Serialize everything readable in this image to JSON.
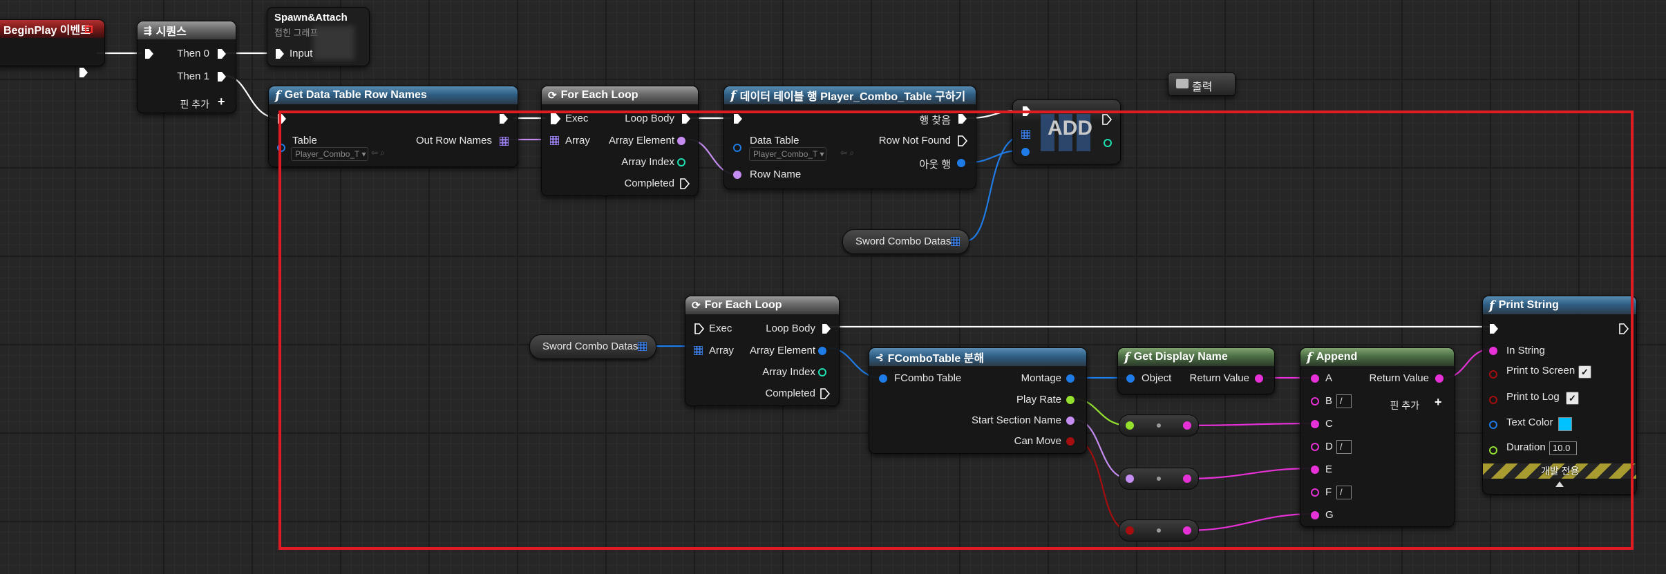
{
  "colors": {
    "exec": "#ffffff",
    "struct": "#1f7be6",
    "string": "#e631d6",
    "name": "#c58cf2",
    "float": "#93e02f",
    "bool": "#a40e0e",
    "int": "#1ee0b0",
    "frame": "#e01b24",
    "linear_color": "#00c2ff"
  },
  "begin_play": {
    "title": "BeginPlay 이벤트"
  },
  "sequence": {
    "title": "시퀀스",
    "then0": "Then 0",
    "then1": "Then 1",
    "add_pin": "핀 추가"
  },
  "spawn": {
    "title": "Spawn&Attach",
    "subtitle": "접힌 그래프",
    "input": "Input"
  },
  "get_rows": {
    "title": "Get Data Table Row Names",
    "table": "Table",
    "table_value": "Player_Combo_T",
    "out": "Out Row Names"
  },
  "loop1": {
    "title": "For Each Loop",
    "exec": "Exec",
    "array": "Array",
    "loop_body": "Loop Body",
    "array_element": "Array Element",
    "array_index": "Array Index",
    "completed": "Completed"
  },
  "get_row": {
    "title": "데이터 테이블 행 Player_Combo_Table 구하기",
    "data_table": "Data Table",
    "table_value": "Player_Combo_T",
    "row_name": "Row Name",
    "row_found": "행 찾음",
    "row_not_found": "Row Not Found",
    "out_row": "아웃 행"
  },
  "add": {
    "title": "ADD"
  },
  "comment": {
    "title": "출력"
  },
  "var1": {
    "label": "Sword Combo Datas"
  },
  "var2": {
    "label": "Sword Combo Datas"
  },
  "loop2": {
    "title": "For Each Loop",
    "exec": "Exec",
    "array": "Array",
    "loop_body": "Loop Body",
    "array_element": "Array Element",
    "array_index": "Array Index",
    "completed": "Completed"
  },
  "break": {
    "title": "FComboTable 분해",
    "input": "FCombo Table",
    "montage": "Montage",
    "play_rate": "Play Rate",
    "start_section": "Start Section Name",
    "can_move": "Can Move"
  },
  "display": {
    "title": "Get Display Name",
    "object": "Object",
    "return_value": "Return Value"
  },
  "append": {
    "title": "Append",
    "a": "A",
    "b": "B",
    "c": "C",
    "d": "D",
    "e": "E",
    "f": "F",
    "g": "G",
    "b_value": "/",
    "d_value": "/",
    "f_value": "/",
    "return_value": "Return Value",
    "add_pin": "핀 추가"
  },
  "print": {
    "title": "Print String",
    "in_string": "In String",
    "to_screen": "Print to Screen",
    "to_log": "Print to Log",
    "text_color": "Text Color",
    "duration": "Duration",
    "duration_value": "10.0",
    "dev_only": "개발 전용"
  }
}
